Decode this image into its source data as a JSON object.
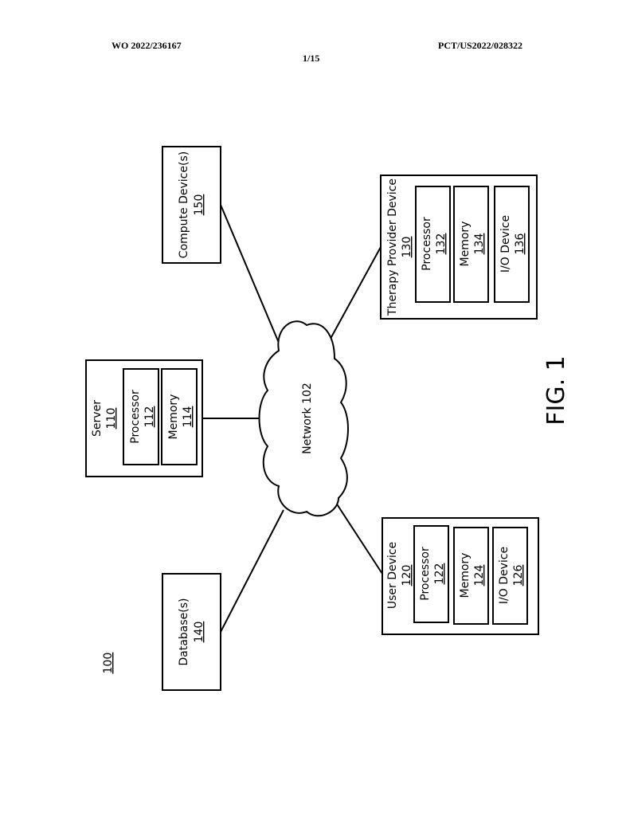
{
  "header": {
    "pub_number": "WO 2022/236167",
    "app_number": "PCT/US2022/028322",
    "sheet": "1/15"
  },
  "figure": {
    "ref": "100",
    "label": "FIG. 1"
  },
  "network": {
    "label": "Network 102"
  },
  "compute": {
    "title": "Compute Device(s)",
    "ref": "150"
  },
  "server": {
    "title": "Server",
    "ref": "110",
    "processor": {
      "title": "Processor",
      "ref": "112"
    },
    "memory": {
      "title": "Memory",
      "ref": "114"
    }
  },
  "database": {
    "title": "Database(s)",
    "ref": "140"
  },
  "therapy": {
    "title": "Therapy Provider Device",
    "ref": "130",
    "processor": {
      "title": "Processor",
      "ref": "132"
    },
    "memory": {
      "title": "Memory",
      "ref": "134"
    },
    "io": {
      "title": "I/O Device",
      "ref": "136"
    }
  },
  "user": {
    "title": "User Device",
    "ref": "120",
    "processor": {
      "title": "Processor",
      "ref": "122"
    },
    "memory": {
      "title": "Memory",
      "ref": "124"
    },
    "io": {
      "title": "I/O Device",
      "ref": "126"
    }
  }
}
